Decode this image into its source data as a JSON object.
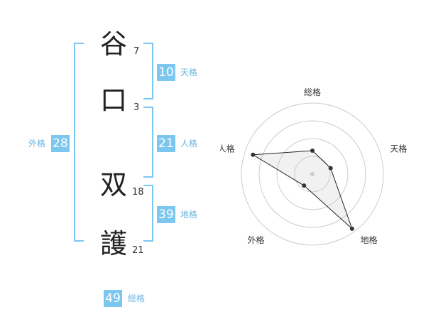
{
  "name": {
    "chars": [
      {
        "kanji": "谷",
        "strokes": "7"
      },
      {
        "kanji": "口",
        "strokes": "3"
      },
      {
        "kanji": "双",
        "strokes": "18"
      },
      {
        "kanji": "護",
        "strokes": "21"
      }
    ]
  },
  "scores": {
    "tenkaku": {
      "value": "10",
      "label": "天格"
    },
    "jinkaku": {
      "value": "21",
      "label": "人格"
    },
    "chikaku": {
      "value": "39",
      "label": "地格"
    },
    "gaikaku": {
      "value": "28",
      "label": "外格"
    },
    "soukaku": {
      "value": "49",
      "label": "総格"
    }
  },
  "colors": {
    "accent": "#7cc7ef",
    "text": "#222222",
    "grid": "#cccccc"
  },
  "chart_data": {
    "type": "radar",
    "axes": [
      "総格",
      "天格",
      "地格",
      "外格",
      "人格"
    ],
    "values": [
      0.33,
      0.27,
      0.95,
      0.2,
      0.88
    ],
    "max": 1.0,
    "rings": 4
  }
}
